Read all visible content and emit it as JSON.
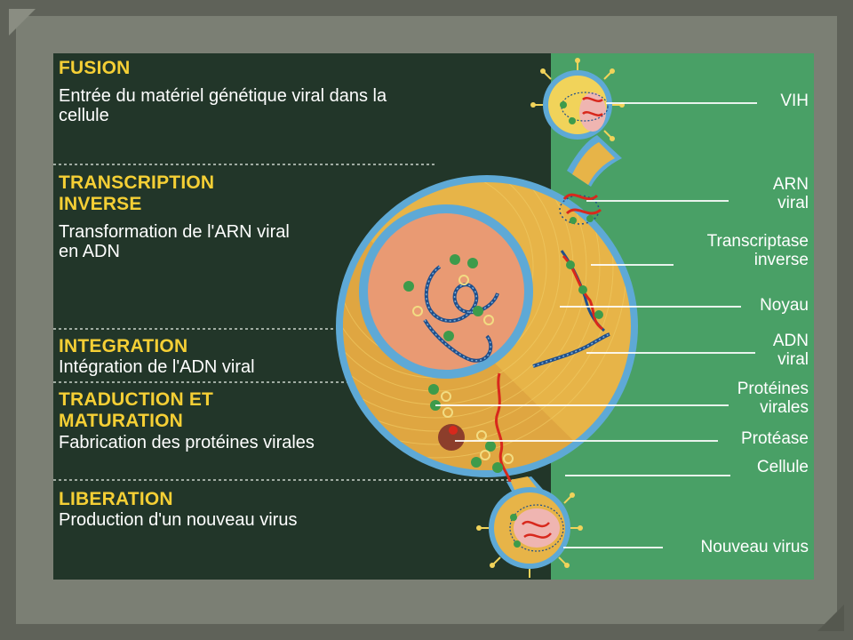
{
  "stages": [
    {
      "title": "FUSION",
      "description": "Entrée du matériel génétique viral dans la cellule"
    },
    {
      "title": "TRANSCRIPTION INVERSE",
      "description": "Transformation de l'ARN viral en ADN"
    },
    {
      "title": "INTEGRATION",
      "description": "Intégration de l'ADN viral"
    },
    {
      "title": "TRADUCTION ET MATURATION",
      "description": "Fabrication des protéines virales"
    },
    {
      "title": "LIBERATION",
      "description": "Production d'un nouveau virus"
    }
  ],
  "labels": {
    "vih": "VIH",
    "arn_viral": "ARN viral",
    "transcriptase_inverse": "Transcriptase inverse",
    "noyau": "Noyau",
    "adn_viral": "ADN viral",
    "proteines_virales": "Protéines virales",
    "protease": "Protéase",
    "cellule": "Cellule",
    "nouveau_virus": "Nouveau virus"
  },
  "colors": {
    "dark_panel": "#223629",
    "light_panel": "#49a066",
    "stage_title": "#f5cf35",
    "membrane": "#5ea9d6",
    "cytoplasm": "#e7b448",
    "nucleus": "#e99a73",
    "rna": "#d8281c",
    "dna": "#1f4f8c",
    "protein": "#3d9b4b"
  }
}
